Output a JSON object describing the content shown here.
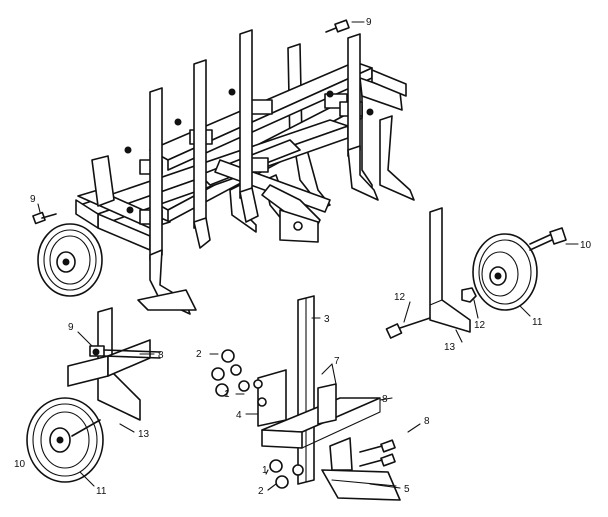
{
  "callouts": {
    "c9_top": "9",
    "c9_left": "9",
    "c9_mid": "9",
    "c10": "10",
    "c11_right": "11",
    "c11_left": "11",
    "c12_a": "12",
    "c12_b": "12",
    "c13_right": "13",
    "c13_left": "13",
    "c8_left": "8",
    "c8_mid": "8",
    "c8_bottom": "8",
    "c3": "3",
    "c7": "7",
    "c2_top": "2",
    "c2_bottom": "2",
    "c1_top": "1",
    "c1_bottom": "1",
    "c4": "4",
    "c5": "5"
  }
}
